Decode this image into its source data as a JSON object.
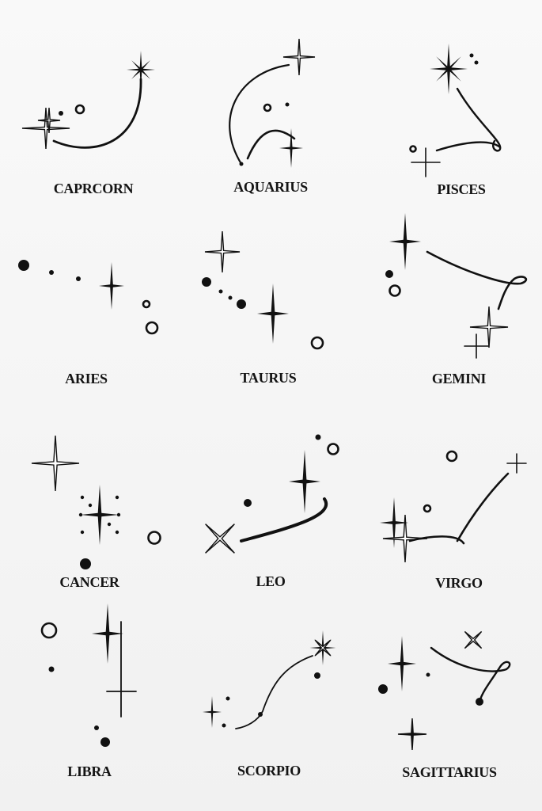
{
  "signs": [
    {
      "id": "capricorn",
      "label": "CAPRCORN"
    },
    {
      "id": "aquarius",
      "label": "AQUARIUS"
    },
    {
      "id": "pisces",
      "label": "PISCES"
    },
    {
      "id": "aries",
      "label": "ARIES"
    },
    {
      "id": "taurus",
      "label": "TAURUS"
    },
    {
      "id": "gemini",
      "label": "GEMINI"
    },
    {
      "id": "cancer",
      "label": "CANCER"
    },
    {
      "id": "leo",
      "label": "LEO"
    },
    {
      "id": "virgo",
      "label": "VIRGO"
    },
    {
      "id": "libra",
      "label": "LIBRA"
    },
    {
      "id": "scorpio",
      "label": "SCORPIO"
    },
    {
      "id": "sagittarius",
      "label": "SAGITTARIUS"
    }
  ],
  "colors": {
    "ink": "#111111",
    "background": "#f7f7f7"
  }
}
